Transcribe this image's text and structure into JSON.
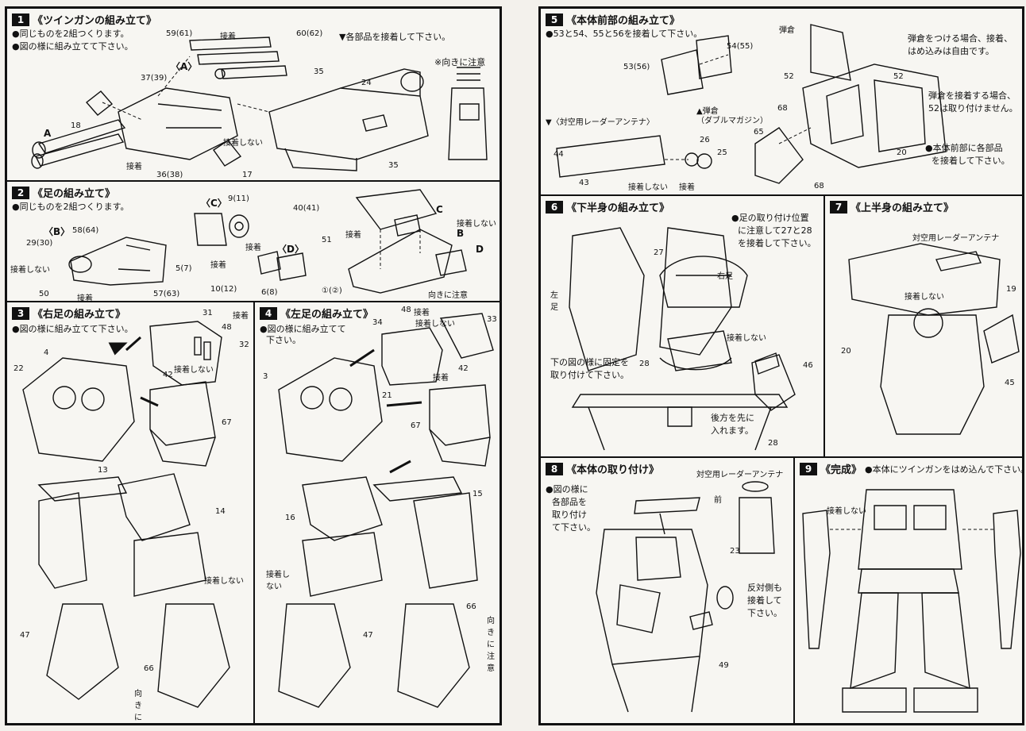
{
  "steps": {
    "s1": {
      "num": "1",
      "title": "《ツインガンの組み立て》",
      "notes": [
        "●同じものを2組つくります。",
        "●図の様に組み立てて下さい。"
      ],
      "n59": "59(61)",
      "n60": "60(62)",
      "n37": "37(39)",
      "n18": "18",
      "n36": "36(38)",
      "n17": "17",
      "n35a": "35",
      "n24": "24",
      "n35b": "35",
      "A1": "A",
      "A2": "〈A〉",
      "glue": "接着",
      "noglue": "接着しない",
      "glue2": "接着",
      "all": "▼各部品を接着して下さい。",
      "dir": "※向きに注意"
    },
    "s2": {
      "num": "2",
      "title": "《足の組み立て》",
      "notes": [
        "●同じものを2組つくります。"
      ],
      "B": "〈B〉",
      "C": "〈C〉",
      "D": "〈D〉",
      "n29": "29(30)",
      "n58": "58(64)",
      "n50": "50",
      "n57": "57(63)",
      "n5": "5(7)",
      "n9": "9(11)",
      "n10": "10(12)",
      "n6": "6(8)",
      "n40": "40(41)",
      "n51": "51",
      "n1": "①(②)",
      "Cb": "C",
      "Bb": "B",
      "Db": "D",
      "glue": "接着",
      "noglue": "接着しない",
      "glue2": "接着",
      "glue3": "接着",
      "noglue2": "接着しない",
      "glue4": "接着",
      "dir": "向きに注意"
    },
    "s3": {
      "num": "3",
      "title": "《右足の組み立て》",
      "notes": [
        "●図の様に組み立てて下さい。"
      ],
      "n4": "4",
      "n22": "22",
      "n31": "31",
      "n48": "48",
      "n32": "32",
      "n42": "42",
      "n67": "67",
      "n13": "13",
      "n14": "14",
      "n47": "47",
      "n66": "66",
      "glue": "接着",
      "noglue": "接着しない",
      "noglue2": "接着しない",
      "dir": "向きに注意"
    },
    "s4": {
      "num": "4",
      "title": "《左足の組み立て》",
      "notes": [
        "●図の様に組み立てて",
        "下さい。"
      ],
      "n34": "34",
      "n48": "48",
      "n33": "33",
      "n3": "3",
      "n21": "21",
      "n42": "42",
      "n67": "67",
      "n15": "15",
      "n16": "16",
      "n47": "47",
      "n66": "66",
      "glue": "接着",
      "noglue": "接着しない",
      "glue2": "接着",
      "noglue2": "接着しない",
      "dir": "向きに注意"
    },
    "s5": {
      "num": "5",
      "title": "《本体前部の組み立て》",
      "notes": [
        "●53と54、55と56を接着して下さい。"
      ],
      "n54": "54(55)",
      "n53": "53(56)",
      "mag": "▲弾倉",
      "magsub": "（ダブルマガジン）",
      "ant": "▼〈対空用レーダーアンテナ〉",
      "n44": "44",
      "n43": "43",
      "n26": "26",
      "n25": "25",
      "n52a": "52",
      "n52b": "52",
      "n68a": "68",
      "n68b": "68",
      "n65": "65",
      "n20": "20",
      "shell": "弾倉",
      "noglue": "接着しない",
      "glue": "接着",
      "r1": "弾倉をつける場合、接着、",
      "r2": "はめ込みは自由です。",
      "r3": "弾倉を接着する場合、",
      "r4": "52は取り付けません。",
      "r5": "●本体前部に各部品",
      "r6": "を接着して下さい。"
    },
    "s6": {
      "num": "6",
      "title": "《下半身の組み立て》",
      "r1": "●足の取り付け位置",
      "r2": "に注意して27と28",
      "r3": "を接着して下さい。",
      "n27": "27",
      "n28a": "28",
      "n46": "46",
      "n28b": "28",
      "left": "左足",
      "right": "右足",
      "noglue": "接着しない",
      "below1": "下の図の様に固定を",
      "below2": "取り付けて下さい。",
      "back1": "後方を先に",
      "back2": "入れます。"
    },
    "s7": {
      "num": "7",
      "title": "《上半身の組み立て》",
      "ant": "対空用レーダーアンテナ",
      "n19": "19",
      "n20": "20",
      "n45": "45",
      "noglue": "接着しない"
    },
    "s8": {
      "num": "8",
      "title": "《本体の取り付け》",
      "notes": [
        "●図の様に",
        "各部品を",
        "取り付け",
        "て下さい。"
      ],
      "ant": "対空用レーダーアンテナ",
      "front": "前",
      "n23": "23",
      "n49": "49",
      "opp1": "反対側も",
      "opp2": "接着して",
      "opp3": "下さい。"
    },
    "s9": {
      "num": "9",
      "title": "《完成》",
      "note": "●本体にツインガンをはめ込んで下さい。",
      "noglue": "接着しない"
    }
  },
  "colors": {
    "ink": "#111111",
    "paper": "#f7f6f2"
  }
}
